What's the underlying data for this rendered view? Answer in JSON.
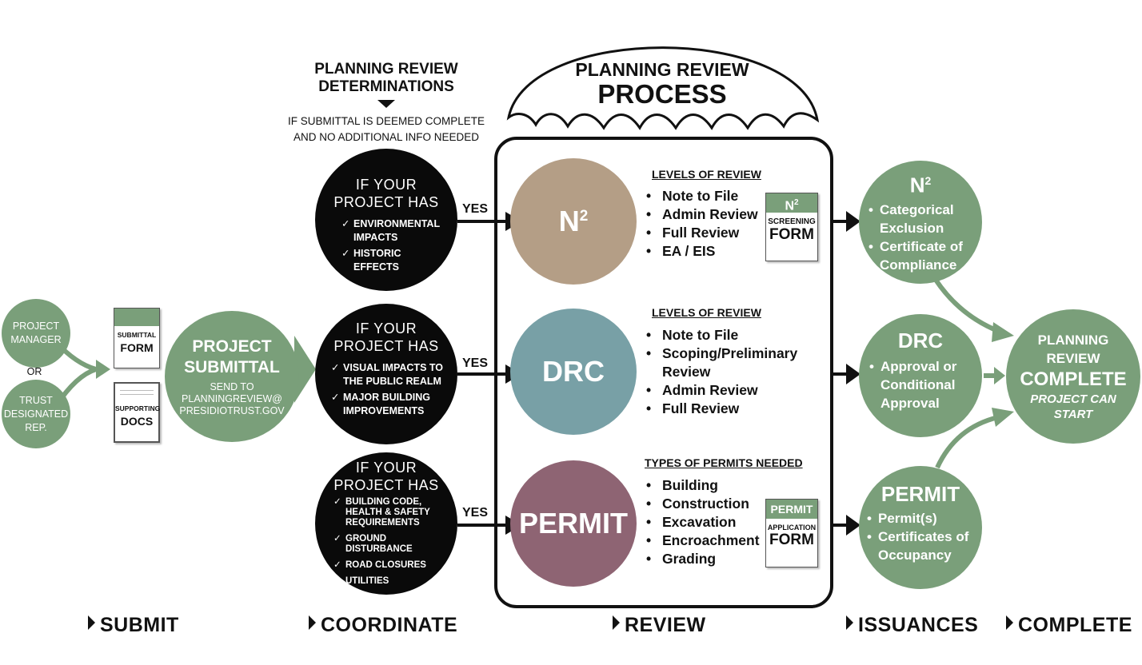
{
  "determinations": {
    "heading_line1": "PLANNING REVIEW",
    "heading_line2": "DETERMINATIONS",
    "note_line1": "IF SUBMITTAL IS DEEMED COMPLETE",
    "note_line2": "AND NO ADDITIONAL INFO NEEDED"
  },
  "process": {
    "title_line1": "PLANNING REVIEW",
    "title_line2": "PROCESS"
  },
  "submit": {
    "project_manager": [
      "PROJECT",
      "MANAGER"
    ],
    "or": "OR",
    "trust_rep": [
      "TRUST",
      "DESIGNATED",
      "REP."
    ],
    "submittal_form_small": "SUBMITTAL",
    "submittal_form_large": "FORM",
    "supporting_docs_small": "SUPPORTING",
    "supporting_docs_large": "DOCS",
    "project_submittal_title": [
      "PROJECT",
      "SUBMITTAL"
    ],
    "send_to": [
      "SEND TO",
      "PLANNINGREVIEW@",
      "PRESIDIOTRUST.GOV"
    ]
  },
  "conditions": [
    {
      "title": [
        "IF YOUR",
        "PROJECT HAS"
      ],
      "items": [
        "ENVIRONMENTAL IMPACTS",
        "HISTORIC EFFECTS"
      ],
      "answer": "YES"
    },
    {
      "title": [
        "IF YOUR",
        "PROJECT HAS"
      ],
      "items": [
        "VISUAL IMPACTS TO THE PUBLIC REALM",
        "MAJOR BUILDING IMPROVEMENTS"
      ],
      "answer": "YES"
    },
    {
      "title": [
        "IF YOUR",
        "PROJECT HAS"
      ],
      "items": [
        "BUILDING CODE, HEALTH & SAFETY REQUIREMENTS",
        "GROUND DISTURBANCE",
        "ROAD CLOSURES",
        "UTILITIES"
      ],
      "answer": "YES"
    }
  ],
  "reviews": [
    {
      "label": "N",
      "label_sup": "2",
      "color": "#b49e86",
      "heading": "LEVELS OF REVIEW",
      "items": [
        "Note to File",
        "Admin Review",
        "Full Review",
        "EA / EIS"
      ],
      "form": {
        "band": "N",
        "band_sup": "2",
        "small": "SCREENING",
        "large": "FORM"
      }
    },
    {
      "label": "DRC",
      "label_sup": "",
      "color": "#78a0a6",
      "heading": "LEVELS OF REVIEW",
      "items": [
        "Note to File",
        "Scoping/Preliminary Review",
        "Admin Review",
        "Full Review"
      ]
    },
    {
      "label": "PERMIT",
      "label_sup": "",
      "color": "#8e6473",
      "heading": "TYPES OF PERMITS NEEDED",
      "items": [
        "Building",
        "Construction",
        "Excavation",
        "Encroachment",
        "Grading"
      ],
      "form": {
        "band": "PERMIT",
        "small": "APPLICATION",
        "large": "FORM"
      }
    }
  ],
  "issuances": [
    {
      "title": "N",
      "title_sup": "2",
      "items": [
        "Categorical Exclusion",
        "Certificate of Compliance"
      ]
    },
    {
      "title": "DRC",
      "title_sup": "",
      "items": [
        "Approval or Conditional Approval"
      ]
    },
    {
      "title": "PERMIT",
      "title_sup": "",
      "items": [
        "Permit(s)",
        "Certificates of Occupancy"
      ]
    }
  ],
  "complete": {
    "lines": [
      "PLANNING",
      "REVIEW"
    ],
    "big": "COMPLETE",
    "sub": [
      "PROJECT CAN",
      "START"
    ]
  },
  "stages": [
    "SUBMIT",
    "COORDINATE",
    "REVIEW",
    "ISSUANCES",
    "COMPLETE"
  ],
  "colors": {
    "green": "#7a9f7a",
    "n2_circle": "#b49e86",
    "drc_circle": "#78a0a6",
    "permit_circle": "#8e6473",
    "black": "#0a0a0a"
  }
}
